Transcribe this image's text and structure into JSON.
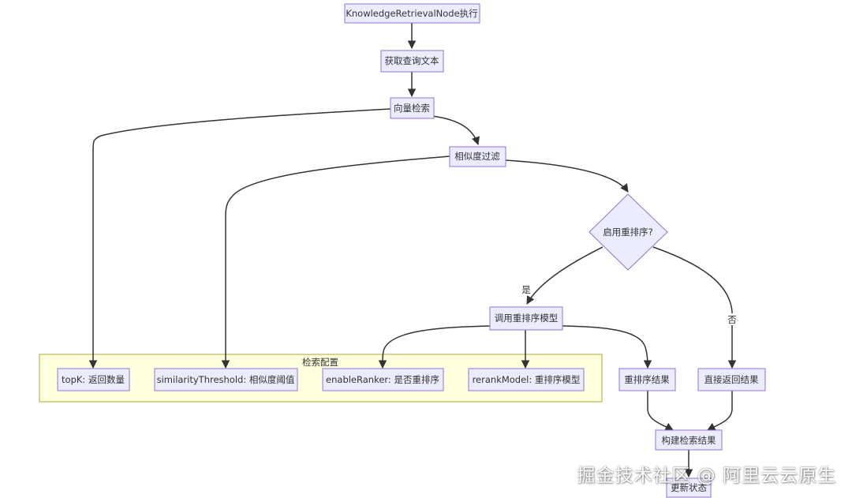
{
  "cluster": {
    "label": "检索配置"
  },
  "nodes": {
    "start": "KnowledgeRetrievalNode执行",
    "get_query": "获取查询文本",
    "vector_search": "向量检索",
    "similarity_filter": "相似度过滤",
    "enable_rerank": "启用重排序?",
    "call_rerank": "调用重排序模型",
    "rerank_result": "重排序结果",
    "direct_return": "直接返回结果",
    "build_result": "构建检索结果",
    "update_state": "更新状态",
    "cfg_topk": "topK: 返回数量",
    "cfg_threshold": "similarityThreshold: 相似度阈值",
    "cfg_enable_ranker": "enableRanker: 是否重排序",
    "cfg_rerank_model": "rerankModel: 重排序模型"
  },
  "edge_labels": {
    "yes": "是",
    "no": "否"
  },
  "watermark": "掘金技术社区 @ 阿里云云原生"
}
